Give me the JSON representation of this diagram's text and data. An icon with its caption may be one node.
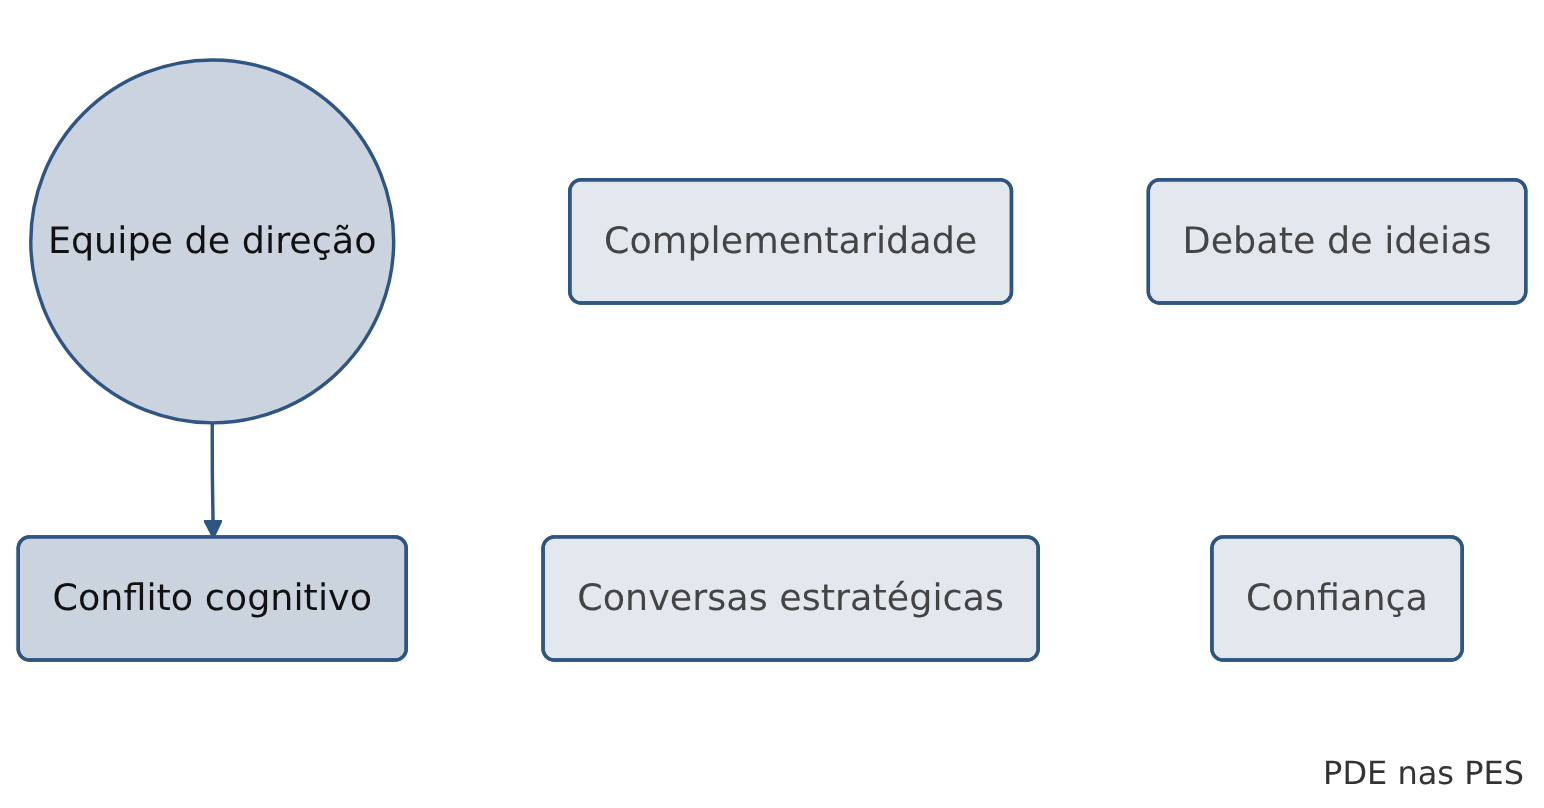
{
  "diagram": {
    "nodes": [
      {
        "text": [
          "Equipe de direção"
        ]
      },
      {
        "text": [
          "Complementaridade"
        ]
      },
      {
        "text": [
          "Debate de ideias"
        ]
      },
      {
        "text": [
          "Conflito cognitivo"
        ]
      },
      {
        "text": [
          "Conversas estratégicas"
        ]
      },
      {
        "text": [
          "Confiança"
        ]
      }
    ],
    "edges": [
      {
        "from": 0,
        "to": 3,
        "arrow": "to"
      }
    ],
    "labels": [
      "PDE nas PES"
    ]
  }
}
